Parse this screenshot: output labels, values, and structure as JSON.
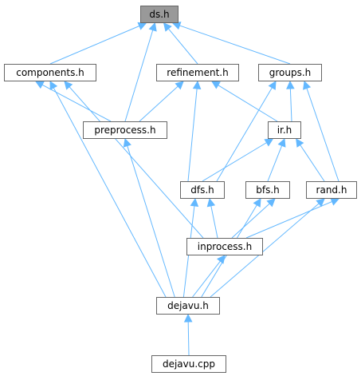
{
  "colors": {
    "edge": "#63b8ff",
    "border": "#666666",
    "root_fill": "#999999"
  },
  "nodes": {
    "ds": "ds.h",
    "components": "components.h",
    "refinement": "refinement.h",
    "groups": "groups.h",
    "preprocess": "preprocess.h",
    "ir": "ir.h",
    "dfs": "dfs.h",
    "bfs": "bfs.h",
    "rand": "rand.h",
    "inprocess": "inprocess.h",
    "dejavu": "dejavu.h",
    "dejavu_cpp": "dejavu.cpp"
  },
  "edges": [
    [
      "components",
      "ds"
    ],
    [
      "refinement",
      "ds"
    ],
    [
      "groups",
      "ds"
    ],
    [
      "preprocess",
      "ds"
    ],
    [
      "preprocess",
      "components"
    ],
    [
      "preprocess",
      "refinement"
    ],
    [
      "ir",
      "refinement"
    ],
    [
      "ir",
      "groups"
    ],
    [
      "dfs",
      "refinement"
    ],
    [
      "dfs",
      "groups"
    ],
    [
      "dfs",
      "ir"
    ],
    [
      "bfs",
      "ir"
    ],
    [
      "rand",
      "ir"
    ],
    [
      "rand",
      "groups"
    ],
    [
      "inprocess",
      "components"
    ],
    [
      "inprocess",
      "dfs"
    ],
    [
      "inprocess",
      "bfs"
    ],
    [
      "inprocess",
      "rand"
    ],
    [
      "dejavu",
      "components"
    ],
    [
      "dejavu",
      "preprocess"
    ],
    [
      "dejavu",
      "dfs"
    ],
    [
      "dejavu",
      "bfs"
    ],
    [
      "dejavu",
      "rand"
    ],
    [
      "dejavu",
      "inprocess"
    ],
    [
      "dejavu_cpp",
      "dejavu"
    ]
  ]
}
